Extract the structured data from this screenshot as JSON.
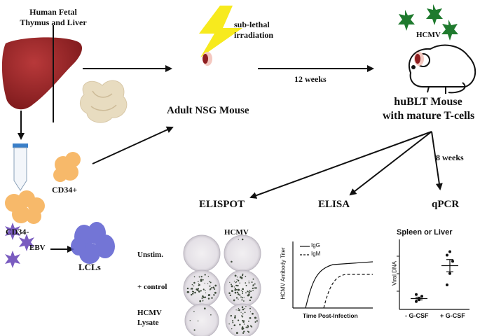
{
  "labels": {
    "donor": [
      "Human Fetal",
      "Thymus and Liver"
    ],
    "irradiation": [
      "sub-lethal",
      "irradiation"
    ],
    "virus": "HCMV",
    "mouse_adult": "Adult NSG Mouse",
    "weeks12": "12 weeks",
    "hublt": [
      "huBLT Mouse",
      "with mature T-cells"
    ],
    "weeks8": "8 weeks",
    "cd34pos": "CD34+",
    "cd34neg": "CD34-",
    "ebv": "EBV",
    "lcls": "LCLs",
    "elispot": "ELISPOT",
    "elisa": "ELISA",
    "qpcr": "qPCR"
  },
  "elispot_panel": {
    "column_header": "HCMV",
    "rows": [
      "Unstim.",
      "+ control",
      "HCMV",
      "Lysate"
    ]
  },
  "elisa_chart": {
    "ylabel": "HCMV Antibody Titer",
    "xlabel": "Time Post-Infection",
    "legend": [
      {
        "name": "IgG",
        "style": "solid"
      },
      {
        "name": "IgM",
        "style": "dashed"
      }
    ]
  },
  "chart_data": {
    "type": "scatter",
    "title": "Spleen or Liver",
    "ylabel": "Viral DNA",
    "xlabel": "",
    "categories": [
      "- G-CSF",
      "+ G-CSF"
    ],
    "ylim": [
      0,
      4
    ],
    "series": [
      {
        "category": "- G-CSF",
        "values": [
          0.45,
          0.6,
          0.75,
          0.85,
          0.55
        ],
        "mean": 0.62,
        "sem": 0.08
      },
      {
        "category": "+ G-CSF",
        "values": [
          1.4,
          2.05,
          2.75,
          3.1,
          3.3
        ],
        "mean": 2.5,
        "sem": 0.35
      }
    ]
  }
}
